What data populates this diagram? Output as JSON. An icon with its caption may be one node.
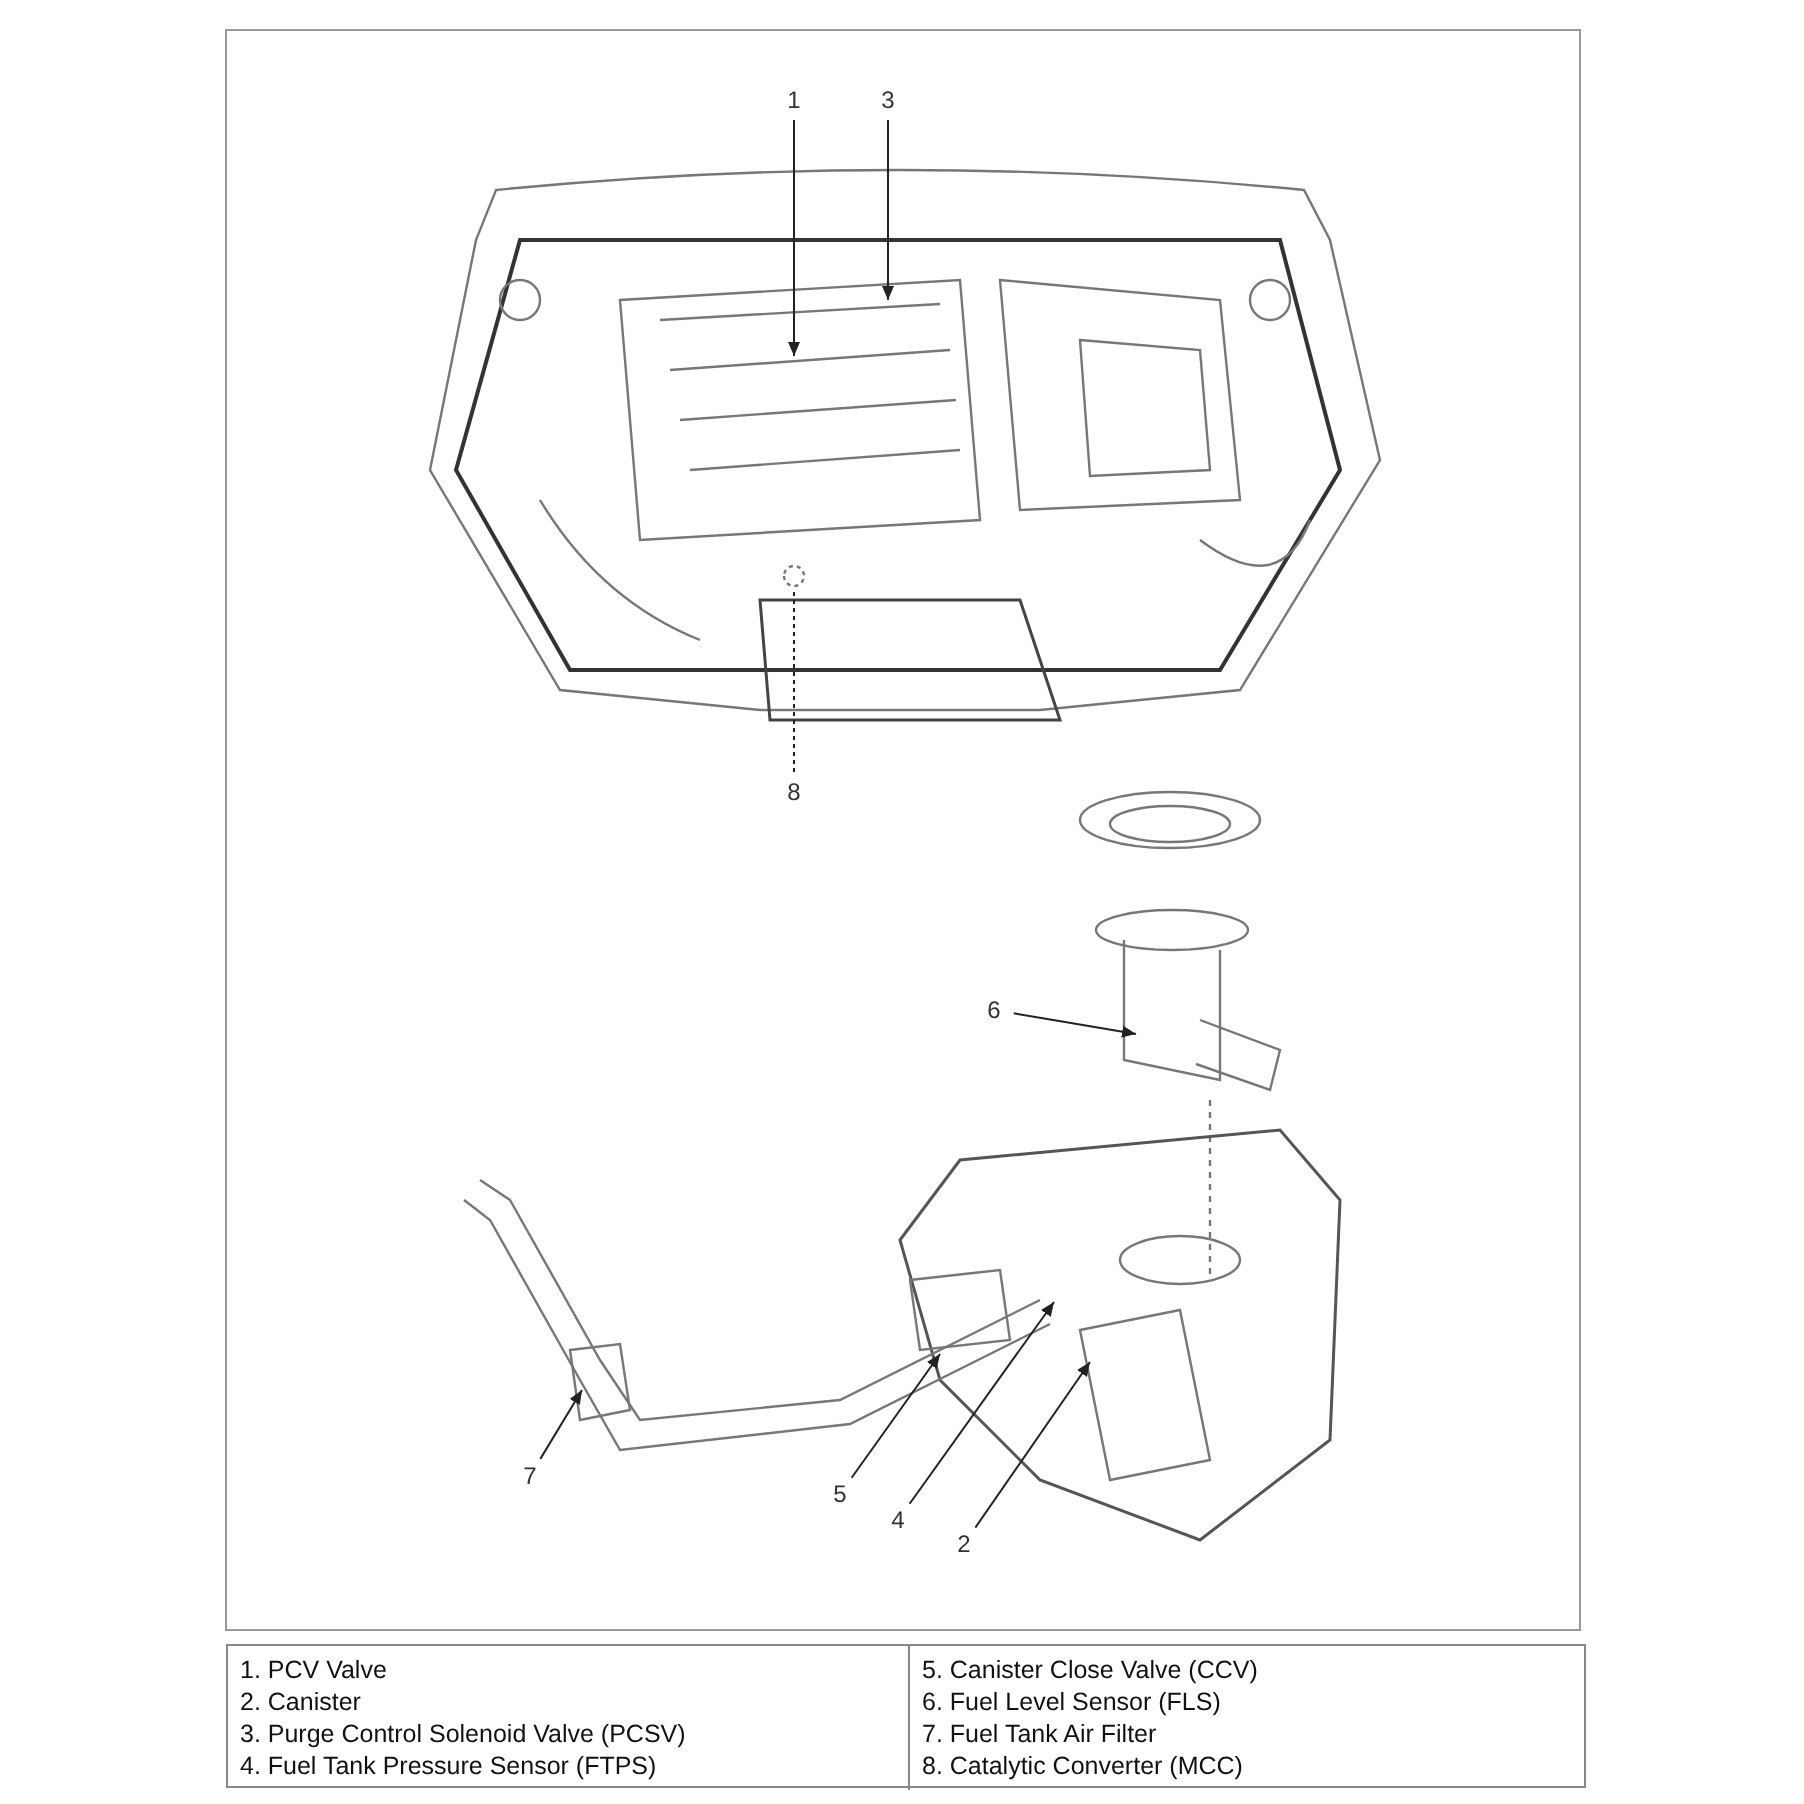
{
  "diagram": {
    "nodes": [
      {
        "text": [
          "1"
        ]
      },
      {
        "text": [
          "3"
        ]
      },
      {
        "text": [
          "8"
        ]
      },
      {
        "text": [
          "6"
        ]
      },
      {
        "text": [
          "7"
        ]
      },
      {
        "text": [
          "5"
        ]
      },
      {
        "text": [
          "4"
        ]
      },
      {
        "text": [
          "2"
        ]
      }
    ],
    "edges": [
      {
        "from": 0,
        "to": null,
        "arrow": "to"
      },
      {
        "from": 1,
        "to": null,
        "arrow": "to"
      },
      {
        "from": 2,
        "to": null,
        "arrow": "none",
        "style": "dashed"
      },
      {
        "from": 3,
        "to": null,
        "arrow": "to"
      },
      {
        "from": 4,
        "to": null,
        "arrow": "to"
      },
      {
        "from": 5,
        "to": null,
        "arrow": "to"
      },
      {
        "from": 6,
        "to": null,
        "arrow": "to"
      },
      {
        "from": 7,
        "to": null,
        "arrow": "to"
      }
    ],
    "labels": [
      "1. PCV Valve",
      "5. Canister Close Valve (CCV)",
      "2. Canister",
      "6. Fuel Level Sensor (FLS)",
      "3. Purge Control Solenoid Valve (PCSV)",
      "7. Fuel Tank Air Filter",
      "4. Fuel Tank Pressure Sensor (FTPS)",
      "8. Catalytic Converter (MCC)"
    ]
  }
}
